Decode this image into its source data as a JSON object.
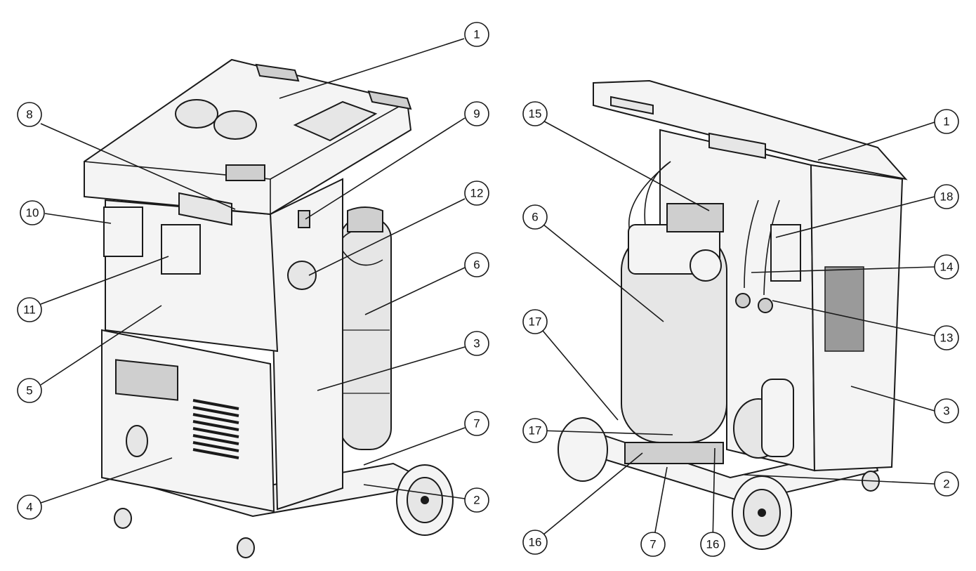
{
  "callouts": [
    {
      "label": "1"
    },
    {
      "label": "8"
    },
    {
      "label": "9"
    },
    {
      "label": "12"
    },
    {
      "label": "10"
    },
    {
      "label": "11"
    },
    {
      "label": "6"
    },
    {
      "label": "3"
    },
    {
      "label": "5"
    },
    {
      "label": "7"
    },
    {
      "label": "2"
    },
    {
      "label": "4"
    },
    {
      "label": "15"
    },
    {
      "label": "1"
    },
    {
      "label": "18"
    },
    {
      "label": "6"
    },
    {
      "label": "14"
    },
    {
      "label": "17"
    },
    {
      "label": "13"
    },
    {
      "label": "3"
    },
    {
      "label": "17"
    },
    {
      "label": "2"
    },
    {
      "label": "16"
    },
    {
      "label": "7"
    },
    {
      "label": "16"
    }
  ]
}
